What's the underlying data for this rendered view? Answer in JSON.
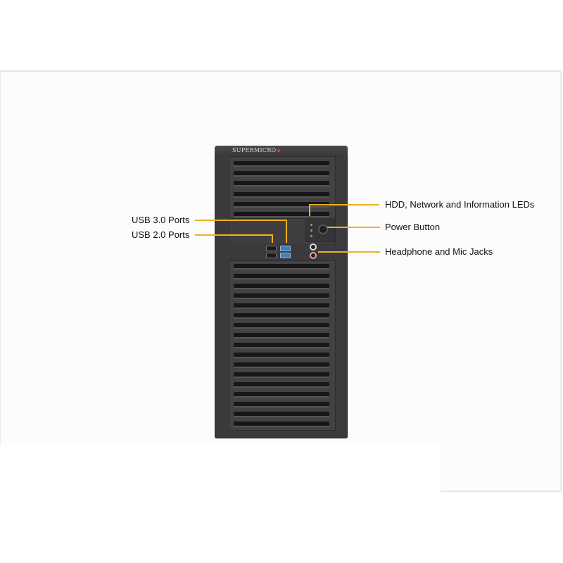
{
  "product": {
    "brand_logo": "SUPERMICRO",
    "type": "tower server chassis (front view)"
  },
  "callouts": {
    "usb3": "USB 3.0 Ports",
    "usb2": "USB 2.0 Ports",
    "leds": "HDD, Network and Information  LEDs",
    "power": "Power Button",
    "jacks": "Headphone and Mic Jacks"
  },
  "colors": {
    "callout_line": "#f2b01e",
    "chassis": "#3b3b3d",
    "usb3_port": "#3d7fc4",
    "logo_dot": "#e33333"
  }
}
